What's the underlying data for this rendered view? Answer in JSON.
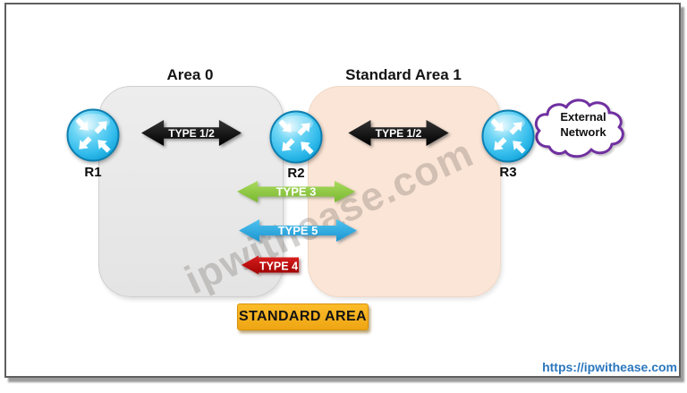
{
  "areas": [
    {
      "label": "Area 0",
      "fill": "#e8e8e8"
    },
    {
      "label": "Standard Area 1",
      "fill": "#fbe5d6"
    }
  ],
  "routers": [
    {
      "label": "R1"
    },
    {
      "label": "R2"
    },
    {
      "label": "R3"
    }
  ],
  "lsa_links": [
    {
      "label": "TYPE 1/2",
      "color": "#111111",
      "style": "double-arrow",
      "between": "R1-R2"
    },
    {
      "label": "TYPE 1/2",
      "color": "#111111",
      "style": "double-arrow",
      "between": "R2-R3"
    },
    {
      "label": "TYPE 3",
      "color": "#8fc93d",
      "style": "double-arrow",
      "between": "Area0-Area1"
    },
    {
      "label": "TYPE 5",
      "color": "#2aa9e0",
      "style": "double-arrow",
      "between": "Area0-Area1"
    },
    {
      "label": "TYPE 4",
      "color": "#c00000",
      "style": "left-arrow",
      "between": "Area1-Area0"
    }
  ],
  "cloud": {
    "lines": [
      "External",
      "Network"
    ],
    "outline_color": "#7030a0"
  },
  "badge": {
    "label": "STANDARD AREA",
    "fill": "#f2ab18"
  },
  "watermark": "ipwithease.com",
  "footer": {
    "url": "https://ipwithease.com",
    "color": "#2b77bd"
  }
}
